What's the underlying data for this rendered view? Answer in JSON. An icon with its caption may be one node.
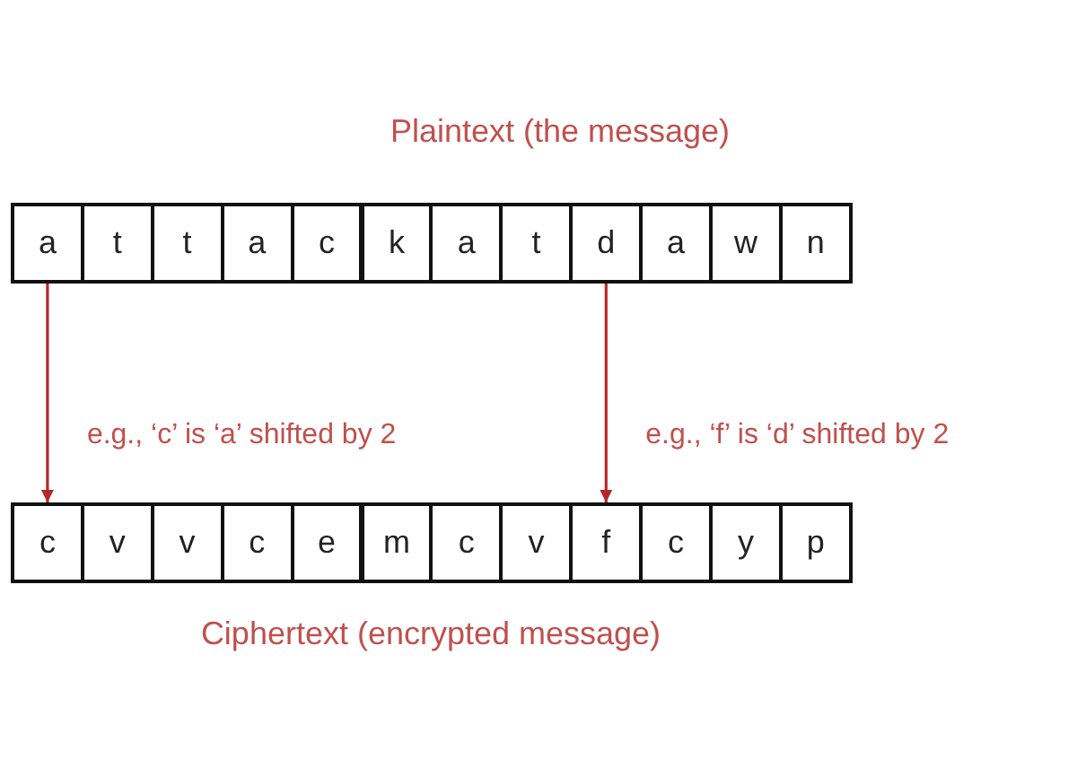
{
  "diagram": {
    "nodes": [
      {
        "text": [
          "a"
        ]
      },
      {
        "text": [
          "t"
        ]
      },
      {
        "text": [
          "t"
        ]
      },
      {
        "text": [
          "a"
        ]
      },
      {
        "text": [
          "c"
        ]
      },
      {
        "text": [
          "k"
        ]
      },
      {
        "text": [
          "a"
        ]
      },
      {
        "text": [
          "t"
        ]
      },
      {
        "text": [
          "d"
        ]
      },
      {
        "text": [
          "a"
        ]
      },
      {
        "text": [
          "w"
        ]
      },
      {
        "text": [
          "n"
        ]
      },
      {
        "text": [
          "c"
        ]
      },
      {
        "text": [
          "v"
        ]
      },
      {
        "text": [
          "v"
        ]
      },
      {
        "text": [
          "c"
        ]
      },
      {
        "text": [
          "e"
        ]
      },
      {
        "text": [
          "m"
        ]
      },
      {
        "text": [
          "c"
        ]
      },
      {
        "text": [
          "v"
        ]
      },
      {
        "text": [
          "f"
        ]
      },
      {
        "text": [
          "c"
        ]
      },
      {
        "text": [
          "y"
        ]
      },
      {
        "text": [
          "p"
        ]
      }
    ],
    "edges": [
      {
        "from": 0,
        "to": 12,
        "arrow": "to",
        "label": "e.g., ‘c’ is ‘a’ shifted by 2"
      },
      {
        "from": 8,
        "to": 20,
        "arrow": "to",
        "label": "e.g., ‘f’ is ‘d’ shifted by 2"
      }
    ],
    "labels": [
      "Plaintext (the message)",
      "Ciphertext (encrypted message)"
    ]
  }
}
